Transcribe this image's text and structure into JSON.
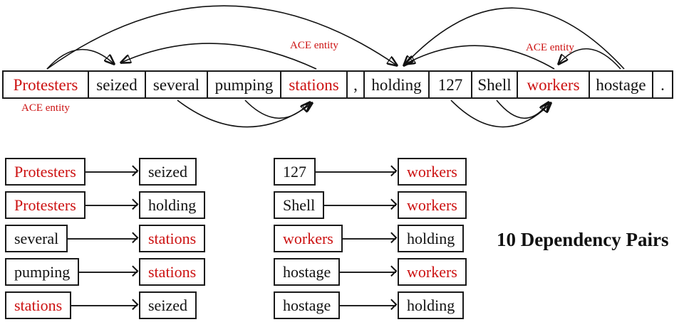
{
  "figure": {
    "type": "dependency-parse-diagram",
    "summary_label": "10 Dependency Pairs",
    "ace_label": "ACE entity"
  },
  "colors": {
    "entity_red": "#cc1111",
    "ink": "#111111",
    "border": "#1a1a1a"
  },
  "sentence": {
    "text": "Protesters seized several pumping stations , holding 127 Shell workers hostage .",
    "words": [
      {
        "text": "Protesters",
        "ace_entity": true
      },
      {
        "text": "seized",
        "ace_entity": false
      },
      {
        "text": "several",
        "ace_entity": false
      },
      {
        "text": "pumping",
        "ace_entity": false
      },
      {
        "text": "stations",
        "ace_entity": true
      },
      {
        "text": ",",
        "ace_entity": false
      },
      {
        "text": "holding",
        "ace_entity": false
      },
      {
        "text": "127",
        "ace_entity": false
      },
      {
        "text": "Shell",
        "ace_entity": false
      },
      {
        "text": "workers",
        "ace_entity": true
      },
      {
        "text": "hostage",
        "ace_entity": false
      },
      {
        "text": ".",
        "ace_entity": false
      }
    ]
  },
  "arcs": [
    {
      "from": "Protesters",
      "to": "seized",
      "position": "above"
    },
    {
      "from": "stations",
      "to": "seized",
      "position": "above"
    },
    {
      "from": "Protesters",
      "to": "holding",
      "position": "above"
    },
    {
      "from": "workers",
      "to": "holding",
      "position": "above"
    },
    {
      "from": "hostage",
      "to": "holding",
      "position": "above"
    },
    {
      "from": "hostage",
      "to": "workers",
      "position": "above"
    },
    {
      "from": "several",
      "to": "stations",
      "position": "below"
    },
    {
      "from": "pumping",
      "to": "stations",
      "position": "below"
    },
    {
      "from": "127",
      "to": "workers",
      "position": "below"
    },
    {
      "from": "Shell",
      "to": "workers",
      "position": "below"
    }
  ],
  "pairs": {
    "left_column": [
      {
        "from": "Protesters",
        "to": "seized",
        "from_entity": true,
        "to_entity": false
      },
      {
        "from": "Protesters",
        "to": "holding",
        "from_entity": true,
        "to_entity": false
      },
      {
        "from": "several",
        "to": "stations",
        "from_entity": false,
        "to_entity": true
      },
      {
        "from": "pumping",
        "to": "stations",
        "from_entity": false,
        "to_entity": true
      },
      {
        "from": "stations",
        "to": "seized",
        "from_entity": true,
        "to_entity": false
      }
    ],
    "right_column": [
      {
        "from": "127",
        "to": "workers",
        "from_entity": false,
        "to_entity": true
      },
      {
        "from": "Shell",
        "to": "workers",
        "from_entity": false,
        "to_entity": true
      },
      {
        "from": "workers",
        "to": "holding",
        "from_entity": true,
        "to_entity": false
      },
      {
        "from": "hostage",
        "to": "workers",
        "from_entity": false,
        "to_entity": true
      },
      {
        "from": "hostage",
        "to": "holding",
        "from_entity": false,
        "to_entity": false
      }
    ]
  }
}
